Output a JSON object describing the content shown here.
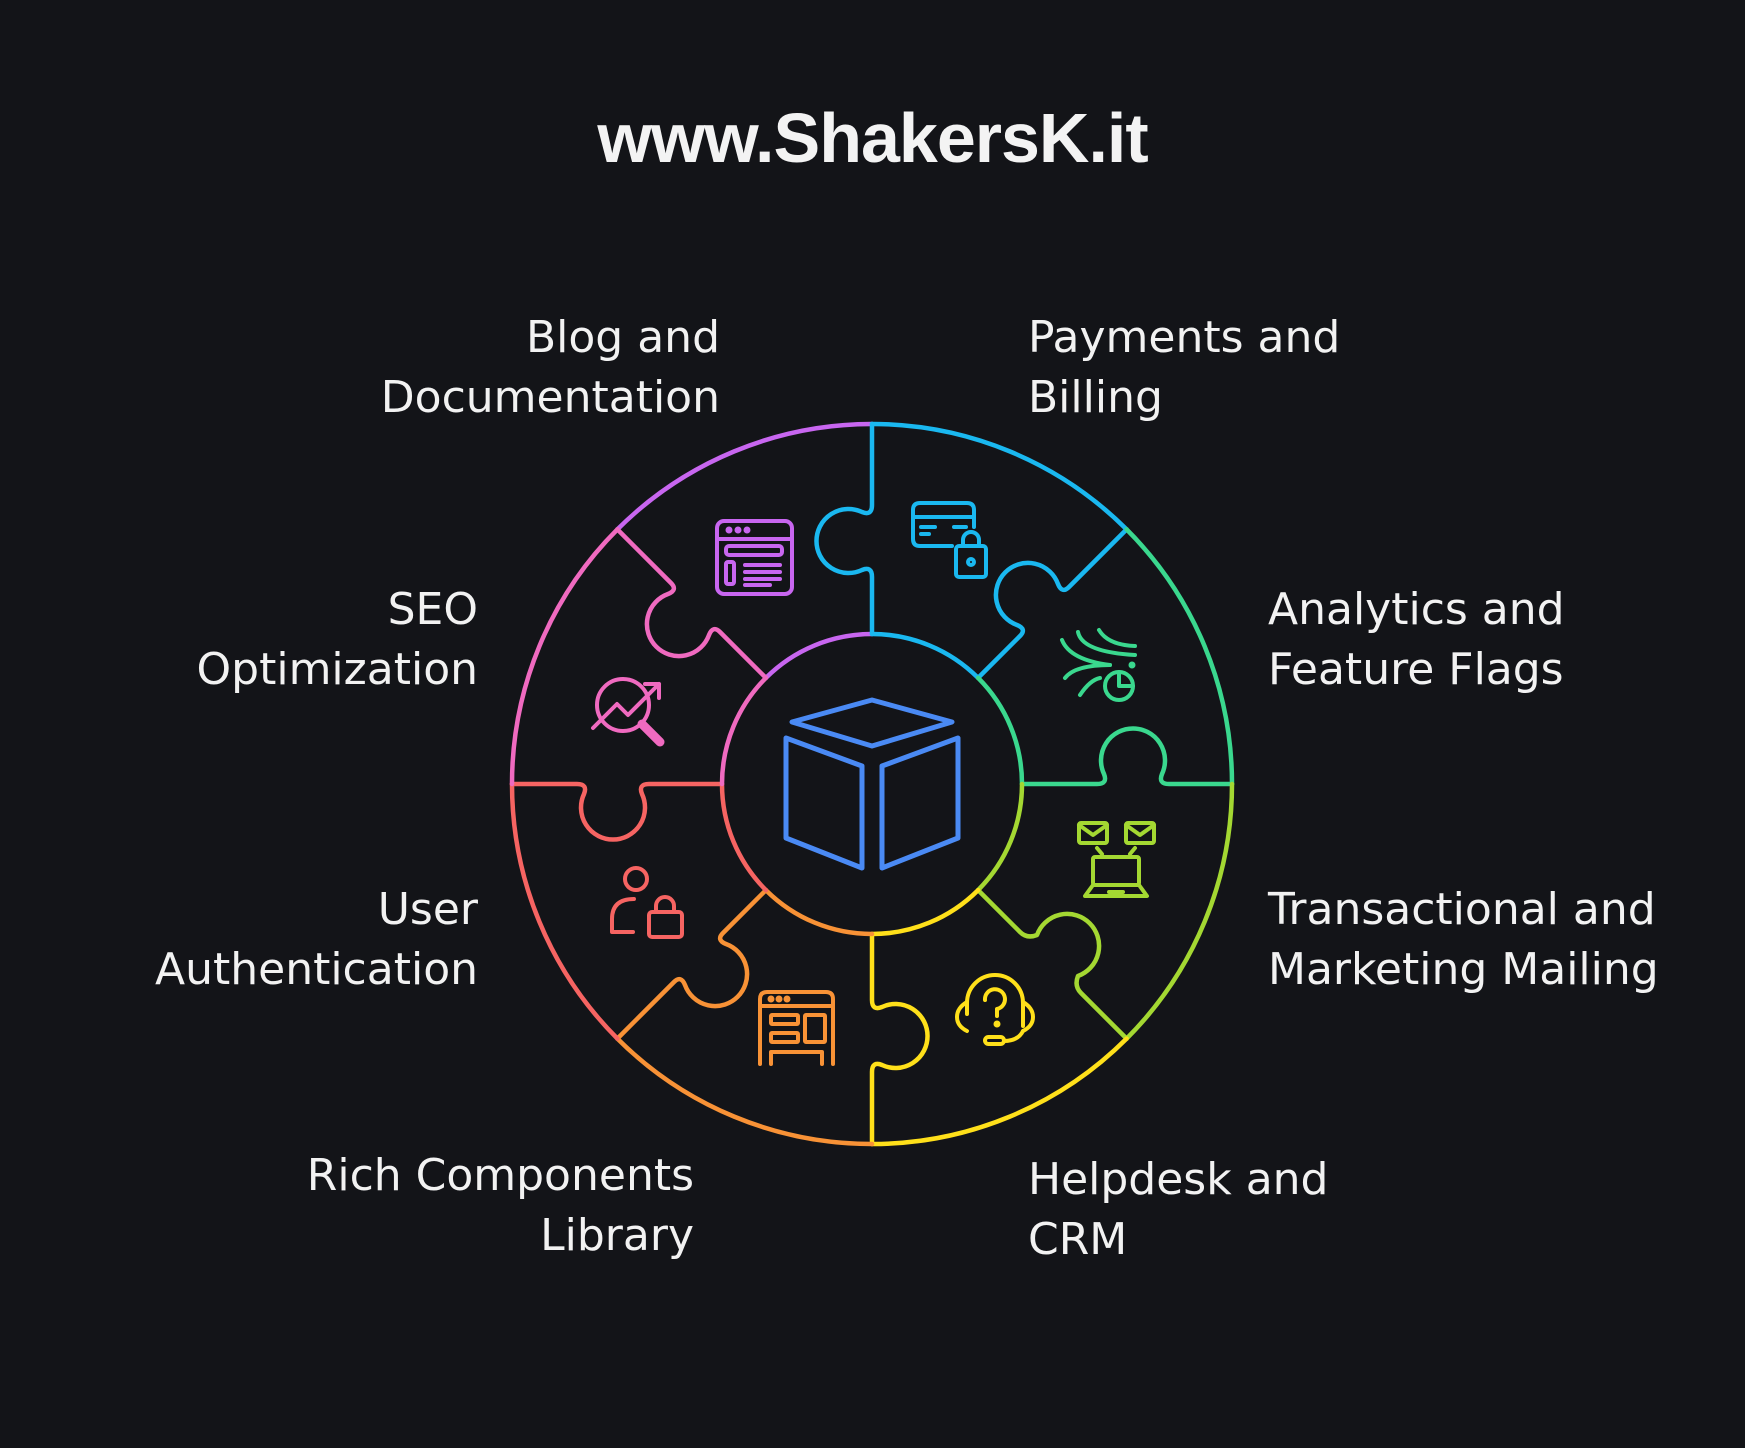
{
  "title": "www.ShakersK.it",
  "center_icon": "cube-icon",
  "center_color": "#4a8af4",
  "segments": [
    {
      "id": "blog",
      "label": "Blog and\nDocumentation",
      "icon": "browser-article-icon",
      "color": "#c866f0"
    },
    {
      "id": "payments",
      "label": "Payments and\nBilling",
      "icon": "credit-card-lock-icon",
      "color": "#1ab8f0"
    },
    {
      "id": "analytics",
      "label": "Analytics and\nFeature Flags",
      "icon": "analytics-flow-chart-icon",
      "color": "#3ad88e"
    },
    {
      "id": "mailing",
      "label": "Transactional and\nMarketing Mailing",
      "icon": "laptop-email-icon",
      "color": "#a4d832"
    },
    {
      "id": "helpdesk",
      "label": "Helpdesk and\nCRM",
      "icon": "headset-question-icon",
      "color": "#ffe01a"
    },
    {
      "id": "components",
      "label": "Rich Components\nLibrary",
      "icon": "browser-layout-icon",
      "color": "#f89236"
    },
    {
      "id": "auth",
      "label": "User\nAuthentication",
      "icon": "user-lock-icon",
      "color": "#f66462"
    },
    {
      "id": "seo",
      "label": "SEO\nOptimization",
      "icon": "seo-magnifier-trend-icon",
      "color": "#f06ac0"
    }
  ]
}
